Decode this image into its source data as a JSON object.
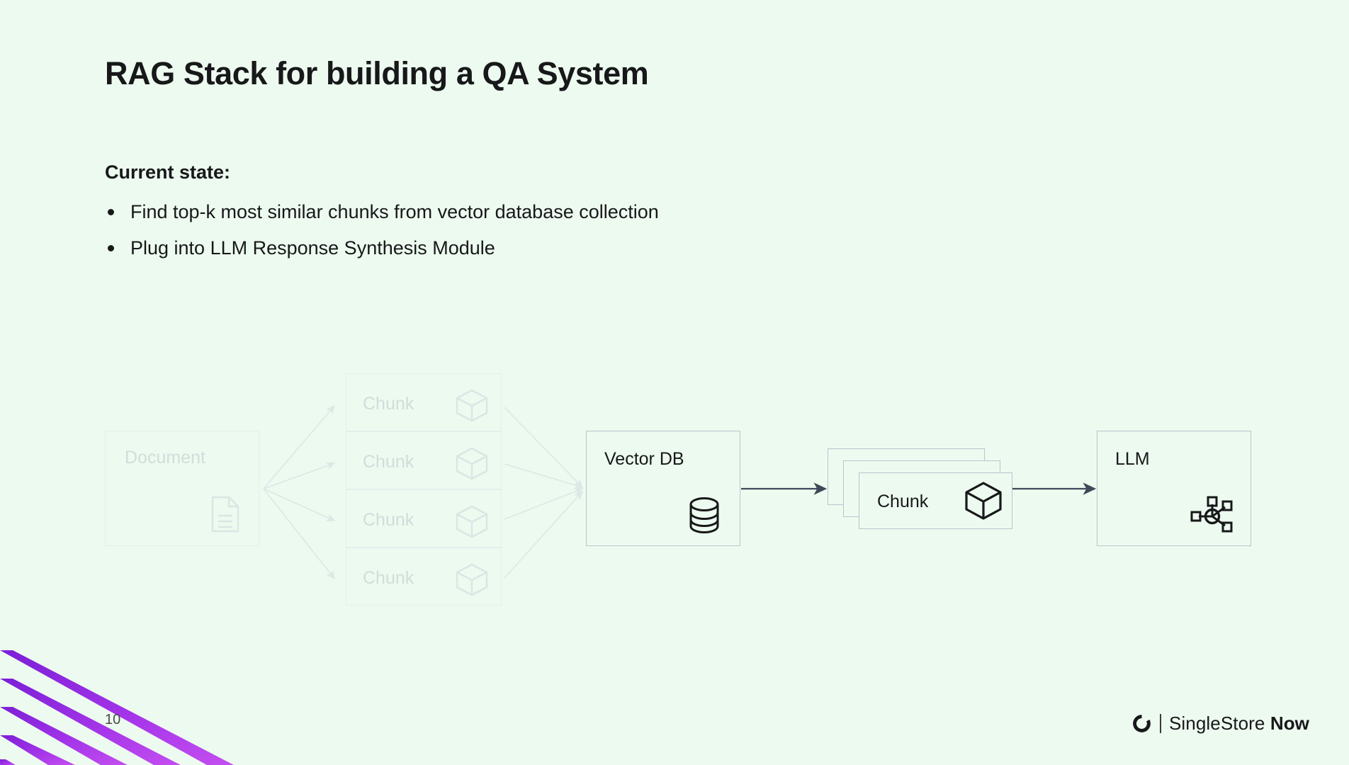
{
  "slide": {
    "title": "RAG Stack for building a QA System",
    "subhead": "Current state:",
    "bullets": [
      "Find top-k most similar chunks from vector database collection",
      "Plug into LLM Response Synthesis Module"
    ],
    "page_number": "10",
    "background_color": "#edfaef",
    "accent_color": "#8f2fe0"
  },
  "diagram": {
    "ghost_stage": {
      "document": {
        "label": "Document",
        "icon": "document-file-icon"
      },
      "chunks": [
        {
          "label": "Chunk",
          "icon": "cube-icon"
        },
        {
          "label": "Chunk",
          "icon": "cube-icon"
        },
        {
          "label": "Chunk",
          "icon": "cube-icon"
        },
        {
          "label": "Chunk",
          "icon": "cube-icon"
        }
      ],
      "arrow_count": 4
    },
    "vector_db": {
      "label": "Vector DB",
      "icon": "database-cylinder-icon"
    },
    "retrieved_chunks": {
      "label": "Chunk",
      "icon": "cube-icon",
      "stack_count": 3
    },
    "llm": {
      "label": "LLM",
      "icon": "network-hub-icon"
    },
    "connectors": [
      {
        "from": "chunks",
        "to": "vector_db",
        "style": "faded"
      },
      {
        "from": "vector_db",
        "to": "retrieved_chunks",
        "style": "solid"
      },
      {
        "from": "retrieved_chunks",
        "to": "llm",
        "style": "solid"
      }
    ]
  },
  "footer": {
    "brand_primary": "SingleStore",
    "brand_secondary": "Now",
    "logo_icon": "singlestore-ring-icon"
  }
}
